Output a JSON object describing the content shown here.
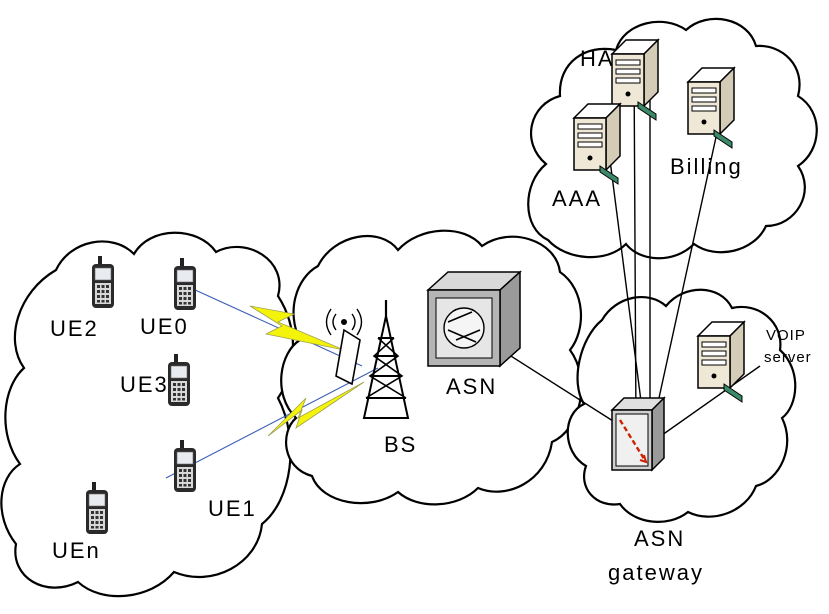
{
  "nodes": {
    "ha": "HA",
    "aaa": "AAA",
    "billing": "Billing",
    "voip_line1": "VOIP",
    "voip_line2": "server",
    "asn": "ASN",
    "bs": "BS",
    "asn_gateway_line1": "ASN",
    "asn_gateway_line2": "gateway",
    "ue0": "UE0",
    "ue1": "UE1",
    "ue2": "UE2",
    "ue3": "UE3",
    "uen": "UEn"
  },
  "icons": {
    "server": "server-icon",
    "phone": "mobile-phone-icon",
    "tower": "cell-tower-icon",
    "switch": "asn-switch-icon",
    "gateway": "gateway-box-icon",
    "wireless": "lightning-link-icon"
  },
  "colors": {
    "wireless_bolt": "#f4f40a",
    "radio_line": "#3b5fb5",
    "gateway_arrow": "#cc2200",
    "server_body": "#efe8d6",
    "server_screen": "#3a8a6a"
  }
}
